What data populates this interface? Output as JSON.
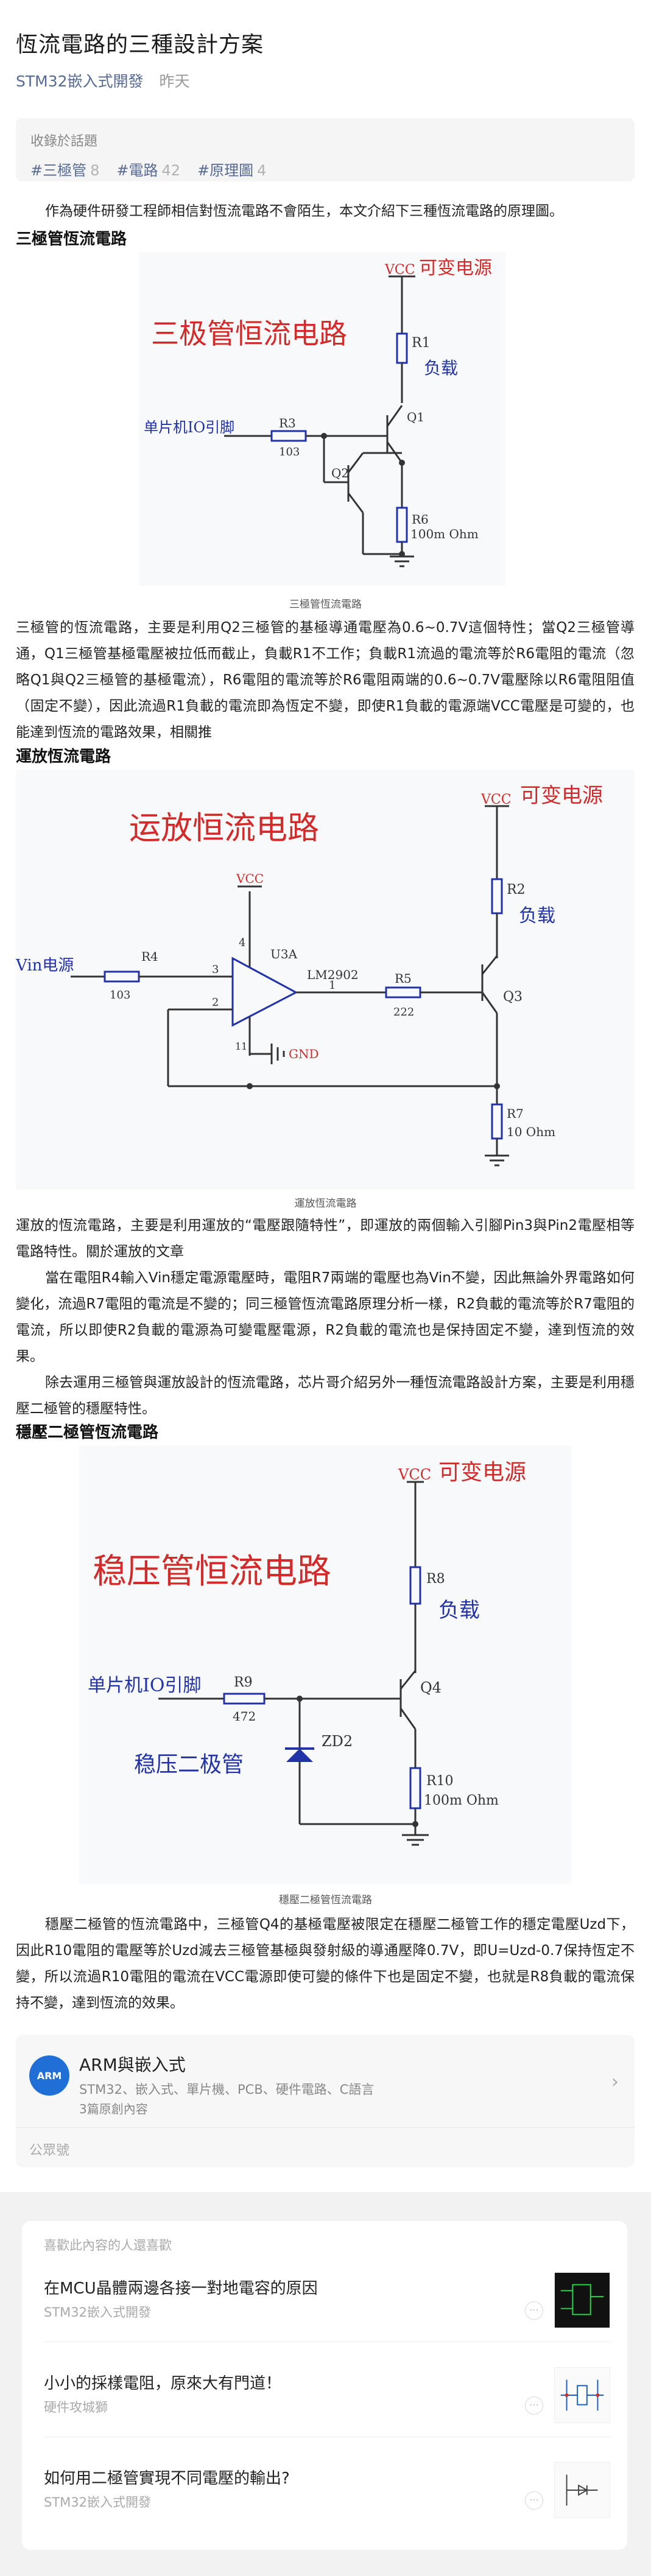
{
  "article": {
    "title": "恆流電路的三種設計方案",
    "author": "STM32嵌入式開發",
    "time": "昨天"
  },
  "collection": {
    "label": "收錄於話題",
    "tags": [
      {
        "name": "#三極管",
        "count": "8"
      },
      {
        "name": "#電路",
        "count": "42"
      },
      {
        "name": "#原理圖",
        "count": "4"
      }
    ]
  },
  "intro": "作為硬件研發工程師相信對恆流電路不會陌生，本文介紹下三種恆流電路的原理圖。",
  "section1": {
    "heading": "三極管恆流電路",
    "figure": {
      "title": "三极管恒流电路",
      "vcc": "VCC",
      "supply": "可变电源",
      "load": "负载",
      "r1": "R1",
      "q1": "Q1",
      "q2": "Q2",
      "r3": "R3",
      "r3v": "103",
      "r6": "R6",
      "r6v": "100m Ohm",
      "input": "单片机IO引脚"
    },
    "caption": "三極管恆流電路",
    "body": "三極管的恆流電路，主要是利用Q2三極管的基極導通電壓為0.6~0.7V這個特性；當Q2三極管導通，Q1三極管基極電壓被拉低而截止，負載R1不工作；負載R1流過的電流等於R6電阻的電流（忽略Q1與Q2三極管的基極電流），R6電阻的電流等於R6電阻兩端的0.6~0.7V電壓除以R6電阻阻值（固定不變），因此流過R1負載的電流即為恆定不變，即使R1負載的電源端VCC電壓是可變的，也能達到恆流的電路效果，相關推"
  },
  "section2": {
    "heading": "運放恆流電路",
    "figure": {
      "title": "运放恒流电路",
      "vcc_top": "VCC",
      "supply": "可变电源",
      "r2": "R2",
      "load": "负载",
      "vcc_op": "VCC",
      "pin4": "4",
      "u3a": "U3A",
      "lm": "LM2902",
      "vin": "Vin电源",
      "r4": "R4",
      "r4v": "103",
      "pin3": "3",
      "pin2": "2",
      "pin1": "1",
      "pin11": "11",
      "r5": "R5",
      "r5v": "222",
      "q3": "Q3",
      "gnd": "GND",
      "r7": "R7",
      "r7v": "10 Ohm"
    },
    "caption": "運放恆流電路",
    "body1": "運放的恆流電路，主要是利用運放的“電壓跟隨特性”，即運放的兩個輸入引腳Pin3與Pin2電壓相等電路特性。關於運放的文章",
    "body2": "當在電阻R4輸入Vin穩定電源電壓時，電阻R7兩端的電壓也為Vin不變，因此無論外界電路如何變化，流過R7電阻的電流是不變的；同三極管恆流電路原理分析一樣，R2負載的電流等於R7電阻的電流，所以即使R2負載的電源為可變電壓電源，R2負載的電流也是保持固定不變，達到恆流的效果。",
    "body3": "除去運用三極管與運放設計的恆流電路，芯片哥介紹另外一種恆流電路設計方案，主要是利用穩壓二極管的穩壓特性。"
  },
  "section3": {
    "heading": "穩壓二極管恆流電路",
    "figure": {
      "title": "稳压管恒流电路",
      "vcc": "VCC",
      "supply": "可变电源",
      "r8": "R8",
      "load": "负载",
      "input": "单片机IO引脚",
      "r9": "R9",
      "r9v": "472",
      "q4": "Q4",
      "zd2": "ZD2",
      "zener": "稳压二极管",
      "r10": "R10",
      "r10v": "100m Ohm"
    },
    "caption": "穩壓二極管恆流電路",
    "body": "穩壓二極管的恆流電路中，三極管Q4的基極電壓被限定在穩壓二極管工作的穩定電壓Uzd下，因此R10電阻的電壓等於Uzd減去三極管基極與發射級的導通壓降0.7V，即U=Uzd-0.7保持恆定不變，所以流過R10電阻的電流在VCC電源即使可變的條件下也是固定不變，也就是R8負載的電流保持不變，達到恆流的效果。"
  },
  "account": {
    "logo": "ARM",
    "name": "ARM與嵌入式",
    "desc": "STM32、嵌入式、單片機、PCB、硬件電路、C語言",
    "count": "3篇原創內容",
    "footer": "公眾號"
  },
  "recommend": {
    "heading": "喜歡此內容的人還喜歡",
    "items": [
      {
        "title": "在MCU晶體兩邊各接一對地電容的原因",
        "source": "STM32嵌入式開發"
      },
      {
        "title": "小小的採樣電阻，原來大有門道！",
        "source": "硬件攻城獅"
      },
      {
        "title": "如何用二極管實現不同電壓的輸出?",
        "source": "STM32嵌入式開發"
      }
    ]
  },
  "colors": {
    "accent": "#576b95",
    "circuit_red": "#d42a2a",
    "circuit_blue": "#2233aa",
    "wire": "#333333"
  }
}
